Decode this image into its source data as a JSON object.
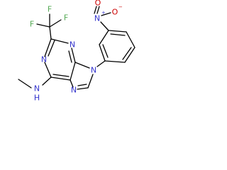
{
  "colors": {
    "background": "#ffffff",
    "bond": "#000000",
    "carbon": "#000000",
    "nitrogen": "#3333cc",
    "oxygen": "#cc0000",
    "fluorine": "#55aa55"
  },
  "molecule": {
    "atom_labels": {
      "f_top": "F",
      "f_left": "F",
      "f_right": "F",
      "n1": "N",
      "n3": "N",
      "n9": "N",
      "n7": "N",
      "nh_n": "N",
      "nh_h": "H",
      "nitro_n": "N",
      "nitro_plus": "+",
      "nitro_o_dbl": "O",
      "nitro_o_single": "O",
      "nitro_minus": "−"
    }
  }
}
